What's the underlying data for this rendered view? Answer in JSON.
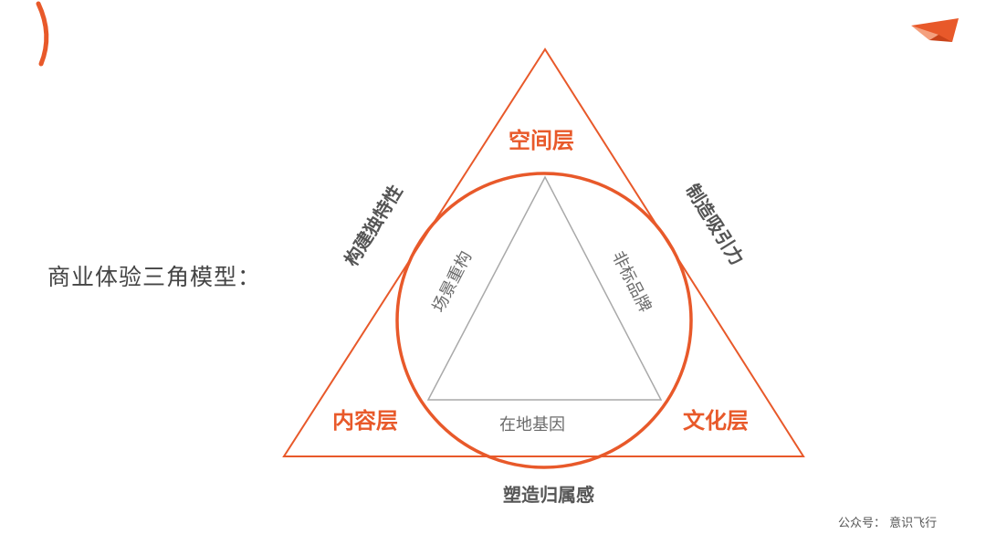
{
  "title": "商业体验三角模型：",
  "layers": {
    "top": "空间层",
    "left": "内容层",
    "right": "文化层"
  },
  "outer_edges": {
    "left": "构建独特性",
    "right": "制造吸引力",
    "bottom": "塑造归属感"
  },
  "inner_edges": {
    "left": "场景重构",
    "right": "非标品牌",
    "bottom": "在地基因"
  },
  "credit": "公众号：  意识飞行",
  "colors": {
    "accent": "#e8592a",
    "text_dark": "#444444",
    "text_gray": "#6b6b6b",
    "inner_line": "#a9a9a9"
  },
  "icons": {
    "top_left": "orange-bracket-icon",
    "top_right": "paper-plane-icon"
  }
}
